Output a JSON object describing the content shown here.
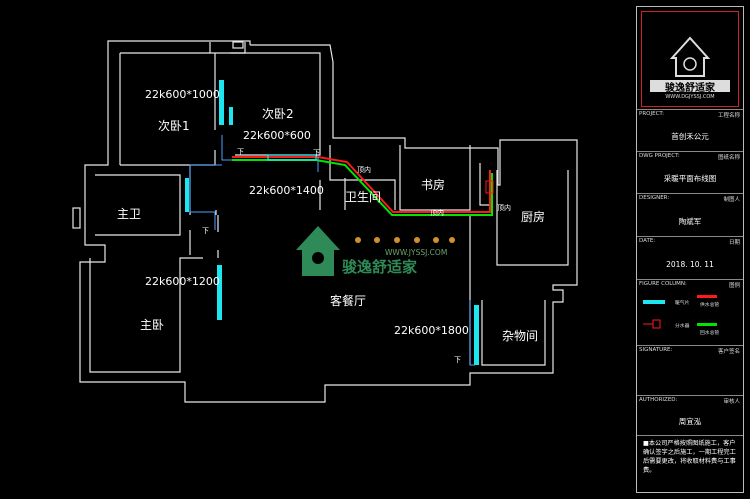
{
  "rooms": {
    "bedroom2": "次卧1",
    "bedroom3": "次卧2",
    "master_bath": "主卫",
    "master_bedroom": "主卧",
    "living_dining": "客餐厅",
    "bathroom": "卫生间",
    "study": "书房",
    "kitchen": "厨房",
    "storage": "杂物间"
  },
  "radiators": {
    "r1": "22k600*1000",
    "r2": "22k600*600",
    "r3": "22k600*1400",
    "r4": "22k600*1200",
    "r5": "22k600*1800"
  },
  "marks": {
    "down": "下",
    "top": "顶内"
  },
  "watermark": {
    "brand": "骏逸舒适家",
    "url": "WWW.JYSSJ.COM"
  },
  "colors": {
    "supply": "#ff1a1a",
    "return": "#00e600",
    "radiator": "#1ee6f0",
    "pipe": "#4aa0ff"
  },
  "titleblock": {
    "logo_text": "骏逸舒适家",
    "logo_url": "WWW.DGJYSSJ.COM",
    "project_label": "PROJECT:",
    "project_label_cn": "工程名称",
    "project_value": "首创禾公元",
    "dwg_label": "DWG PROJECT:",
    "dwg_label_cn": "图纸名称",
    "dwg_value": "采暖平面布线图",
    "designer_label": "DESIGNER:",
    "designer_label_cn": "制图人",
    "designer_value": "陶斌军",
    "date_label": "DATE:",
    "date_label_cn": "日期",
    "date_value": "2018. 10. 11",
    "figure_label": "FIGURE COLUMN:",
    "figure_label_cn": "图例",
    "legend": [
      "暖气片",
      "供水总管",
      "回水总管",
      "分水器"
    ],
    "signature_label": "SIGNATURE:",
    "signature_label_cn": "客户签名",
    "authorized_label": "AUTHORIZED:",
    "authorized_label_cn": "审核人",
    "authorized_value": "周宜泓",
    "note": "■本公司严格按照图纸施工，客户确认签字之后施工，一期工程完工后需要更改，将收取材料费与工事费。"
  }
}
